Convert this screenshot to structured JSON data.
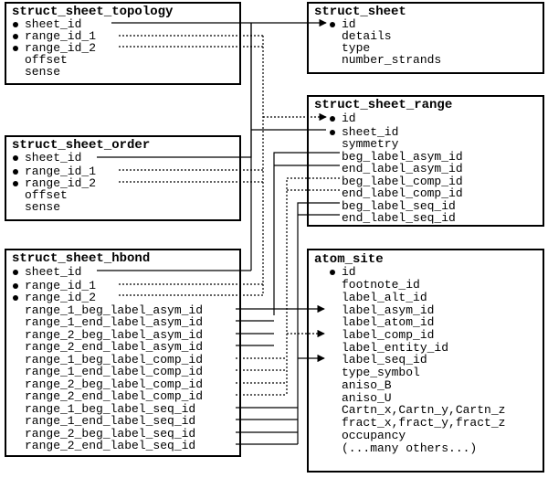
{
  "bullet_glyph": "●",
  "tables": {
    "sst": {
      "title": "struct_sheet_topology",
      "fields": [
        {
          "name": "sheet_id",
          "key": true
        },
        {
          "name": "range_id_1",
          "key": true
        },
        {
          "name": "range_id_2",
          "key": true
        },
        {
          "name": "offset",
          "key": false
        },
        {
          "name": "sense",
          "key": false
        }
      ]
    },
    "ss": {
      "title": "struct_sheet",
      "fields": [
        {
          "name": "id",
          "key": true
        },
        {
          "name": "details",
          "key": false
        },
        {
          "name": "type",
          "key": false
        },
        {
          "name": "number_strands",
          "key": false
        }
      ]
    },
    "sso": {
      "title": "struct_sheet_order",
      "fields": [
        {
          "name": "sheet_id",
          "key": true
        },
        {
          "name": "range_id_1",
          "key": true
        },
        {
          "name": "range_id_2",
          "key": true
        },
        {
          "name": "offset",
          "key": false
        },
        {
          "name": "sense",
          "key": false
        }
      ]
    },
    "ssr": {
      "title": "struct_sheet_range",
      "fields": [
        {
          "name": "id",
          "key": true
        },
        {
          "name": "sheet_id",
          "key": true
        },
        {
          "name": "symmetry",
          "key": false
        },
        {
          "name": "beg_label_asym_id",
          "key": false
        },
        {
          "name": "end_label_asym_id",
          "key": false
        },
        {
          "name": "beg_label_comp_id",
          "key": false
        },
        {
          "name": "end_label_comp_id",
          "key": false
        },
        {
          "name": "beg_label_seq_id",
          "key": false
        },
        {
          "name": "end_label_seq_id",
          "key": false
        }
      ]
    },
    "ssh": {
      "title": "struct_sheet_hbond",
      "fields": [
        {
          "name": "sheet_id",
          "key": true
        },
        {
          "name": "range_id_1",
          "key": true
        },
        {
          "name": "range_id_2",
          "key": true
        },
        {
          "name": "range_1_beg_label_asym_id",
          "key": false
        },
        {
          "name": "range_1_end_label_asym_id",
          "key": false
        },
        {
          "name": "range_2_beg_label_asym_id",
          "key": false
        },
        {
          "name": "range_2_end_label_asym_id",
          "key": false
        },
        {
          "name": "range_1_beg_label_comp_id",
          "key": false
        },
        {
          "name": "range_1_end_label_comp_id",
          "key": false
        },
        {
          "name": "range_2_beg_label_comp_id",
          "key": false
        },
        {
          "name": "range_2_end_label_comp_id",
          "key": false
        },
        {
          "name": "range_1_beg_label_seq_id",
          "key": false
        },
        {
          "name": "range_1_end_label_seq_id",
          "key": false
        },
        {
          "name": "range_2_beg_label_seq_id",
          "key": false
        },
        {
          "name": "range_2_end_label_seq_id",
          "key": false
        }
      ]
    },
    "as": {
      "title": "atom_site",
      "fields": [
        {
          "name": "id",
          "key": true
        },
        {
          "name": "footnote_id",
          "key": false
        },
        {
          "name": "label_alt_id",
          "key": false
        },
        {
          "name": "label_asym_id",
          "key": false
        },
        {
          "name": "label_atom_id",
          "key": false
        },
        {
          "name": "label_comp_id",
          "key": false
        },
        {
          "name": "label_entity_id",
          "key": false
        },
        {
          "name": "label_seq_id",
          "key": false
        },
        {
          "name": "type_symbol",
          "key": false
        },
        {
          "name": "aniso_B",
          "key": false
        },
        {
          "name": "aniso_U",
          "key": false
        },
        {
          "name": "Cartn_x,Cartn_y,Cartn_z",
          "key": false
        },
        {
          "name": "fract_x,fract_y,fract_z",
          "key": false
        },
        {
          "name": "occupancy",
          "key": false
        },
        {
          "name": "(...many others...)",
          "key": false
        }
      ]
    }
  },
  "relationships": [
    {
      "from": "struct_sheet_topology.sheet_id",
      "to": "struct_sheet.id",
      "style": "solid"
    },
    {
      "from": "struct_sheet_order.sheet_id",
      "to": "struct_sheet.id",
      "style": "solid"
    },
    {
      "from": "struct_sheet_hbond.sheet_id",
      "to": "struct_sheet.id",
      "style": "solid"
    },
    {
      "from": "struct_sheet_range.sheet_id",
      "to": "struct_sheet.id",
      "style": "solid"
    },
    {
      "from": "struct_sheet_topology.range_id_1",
      "to": "struct_sheet_range.id",
      "style": "dotted"
    },
    {
      "from": "struct_sheet_topology.range_id_2",
      "to": "struct_sheet_range.id",
      "style": "dotted"
    },
    {
      "from": "struct_sheet_order.range_id_1",
      "to": "struct_sheet_range.id",
      "style": "dotted"
    },
    {
      "from": "struct_sheet_order.range_id_2",
      "to": "struct_sheet_range.id",
      "style": "dotted"
    },
    {
      "from": "struct_sheet_hbond.range_id_1",
      "to": "struct_sheet_range.id",
      "style": "dotted"
    },
    {
      "from": "struct_sheet_hbond.range_id_2",
      "to": "struct_sheet_range.id",
      "style": "dotted"
    },
    {
      "from": "*_label_asym_id",
      "to": "atom_site.label_asym_id",
      "style": "solid"
    },
    {
      "from": "*_label_comp_id",
      "to": "atom_site.label_comp_id",
      "style": "dotted"
    },
    {
      "from": "*_label_seq_id",
      "to": "atom_site.label_seq_id",
      "style": "solid"
    }
  ]
}
